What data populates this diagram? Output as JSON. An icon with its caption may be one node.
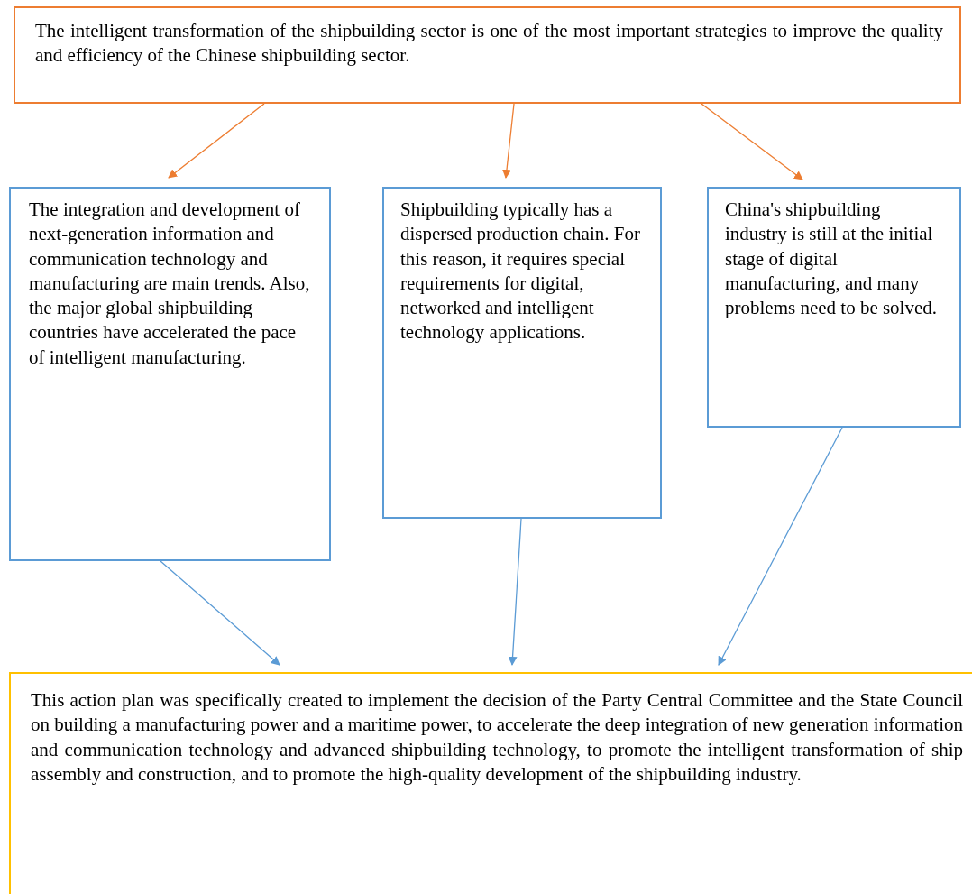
{
  "diagram": {
    "nodes": [
      {
        "text": [
          "The intelligent transformation of the shipbuilding sector is one of the most important strategies to improve the quality and efficiency of the Chinese shipbuilding sector."
        ]
      },
      {
        "text": [
          "The integration and development of next-generation information and communication technology and manufacturing are main trends. Also, the major global shipbuilding countries have accelerated the pace of intelligent manufacturing."
        ]
      },
      {
        "text": [
          "Shipbuilding typically has a dispersed production chain. For this reason, it requires special requirements for digital, networked and intelligent technology applications."
        ]
      },
      {
        "text": [
          "China's shipbuilding industry is still at the initial stage of digital manufacturing, and many problems need to be solved."
        ]
      },
      {
        "text": [
          "This action plan was specifically created to implement the decision of the Party Central Committee and the State Council on building a manufacturing power and a maritime power, to accelerate the deep integration of new generation information and communication technology and advanced shipbuilding technology, to promote the intelligent transformation of ship assembly and construction, and to promote the high-quality development of the shipbuilding industry."
        ]
      }
    ],
    "edges": [
      {
        "from": 0,
        "to": 1,
        "arrow": "to",
        "color": "#ed7d31"
      },
      {
        "from": 0,
        "to": 2,
        "arrow": "to",
        "color": "#ed7d31"
      },
      {
        "from": 0,
        "to": 3,
        "arrow": "to",
        "color": "#ed7d31"
      },
      {
        "from": 1,
        "to": 4,
        "arrow": "to",
        "color": "#5b9bd5"
      },
      {
        "from": 2,
        "to": 4,
        "arrow": "to",
        "color": "#5b9bd5"
      },
      {
        "from": 3,
        "to": 4,
        "arrow": "to",
        "color": "#5b9bd5"
      }
    ]
  }
}
